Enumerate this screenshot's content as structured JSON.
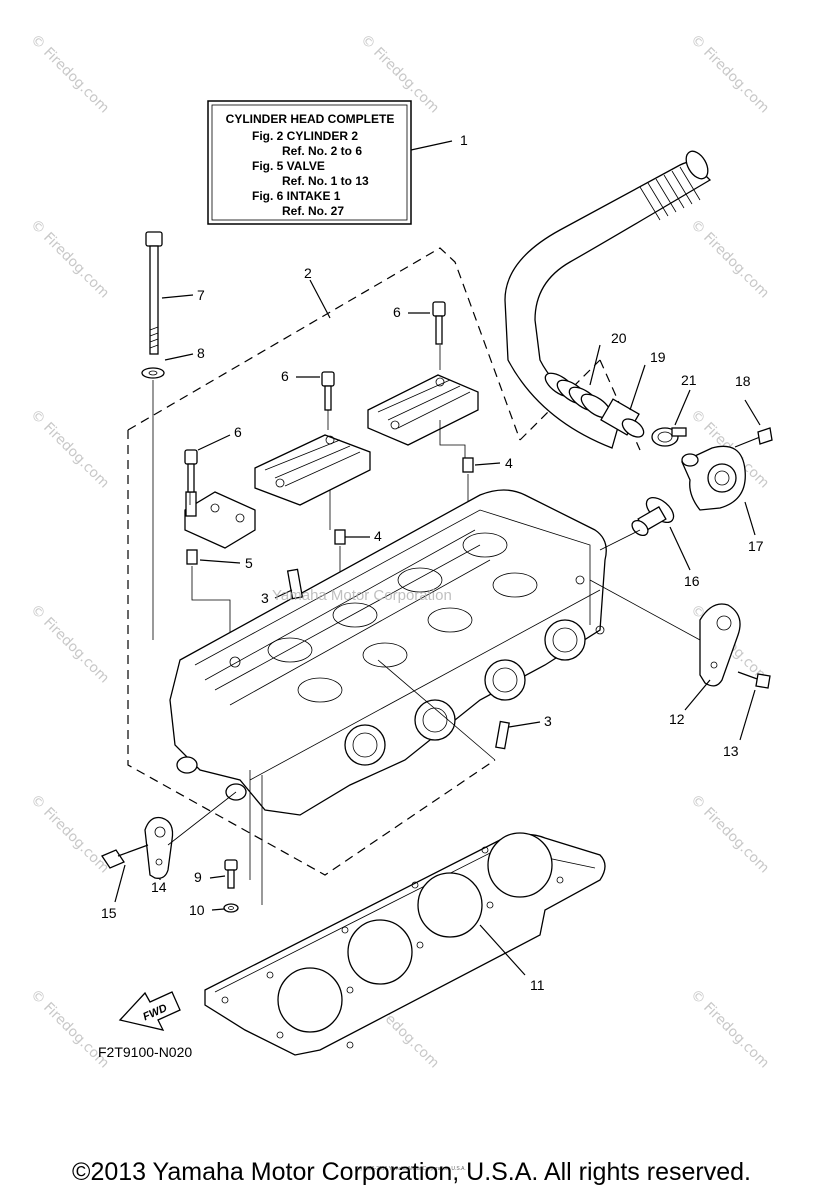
{
  "reference_box": {
    "title": "CYLINDER HEAD COMPLETE",
    "lines": [
      "Fig.  2 CYLINDER 2",
      "Ref. No. 2 to 6",
      "Fig.  5 VALVE",
      "Ref. No. 1 to 13",
      "Fig.  6 INTAKE 1",
      "Ref. No. 27"
    ]
  },
  "callouts": {
    "c1": "1",
    "c2": "2",
    "c3a": "3",
    "c3b": "3",
    "c4a": "4",
    "c4b": "4",
    "c5": "5",
    "c6a": "6",
    "c6b": "6",
    "c6c": "6",
    "c7": "7",
    "c8": "8",
    "c9": "9",
    "c10": "10",
    "c11": "11",
    "c12": "12",
    "c13": "13",
    "c14": "14",
    "c15": "15",
    "c16": "16",
    "c17": "17",
    "c18": "18",
    "c19": "19",
    "c20": "20",
    "c21": "21"
  },
  "fwd_label": "FWD",
  "diagram_code": "F2T9100-N020",
  "center_watermark": "Yamaha Motor Corporation",
  "watermark_text": "© Firedog.com",
  "fine_print": "(c) 2006-2016 Yamaha Motor Corporation, U.S.A.",
  "copyright": "©2013 Yamaha Motor Corporation, U.S.A. All rights reserved."
}
